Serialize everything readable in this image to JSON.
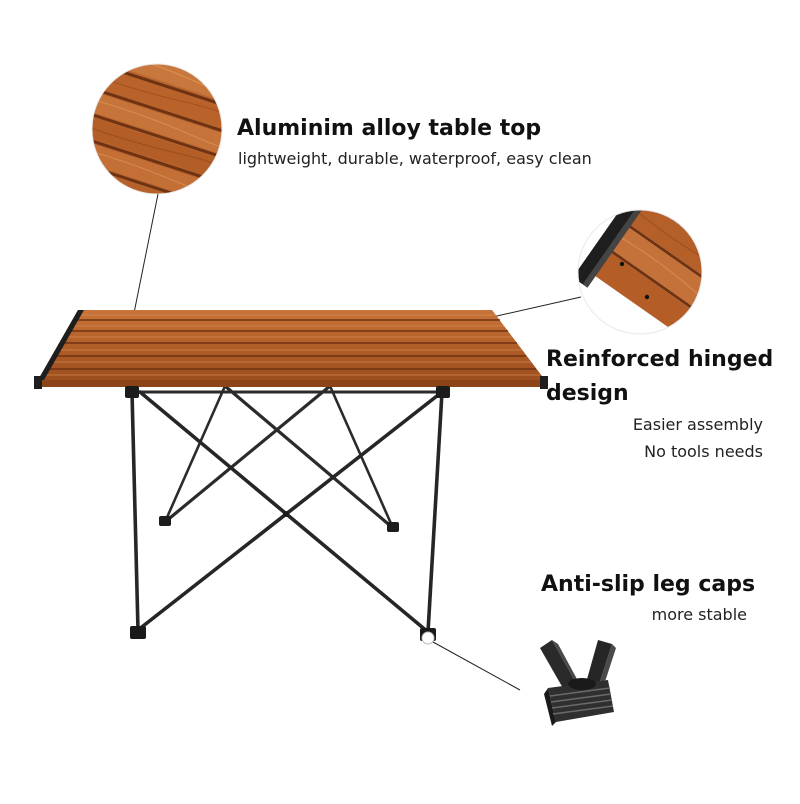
{
  "features": [
    {
      "title": "Aluminim alloy table top",
      "subtitle": "lightweight, durable, waterproof, easy clean"
    },
    {
      "title_line1": "Reinforced hinged",
      "title_line2": "design",
      "subtitle_line1": "Easier assembly",
      "subtitle_line2": "No tools needs"
    },
    {
      "title": "Anti-slip leg caps",
      "subtitle": "more stable"
    }
  ],
  "colors": {
    "background": "#ffffff",
    "wood": "#b5612a",
    "wood_dark": "#7a3a14",
    "frame": "#2b2b2b",
    "text": "#111111"
  }
}
